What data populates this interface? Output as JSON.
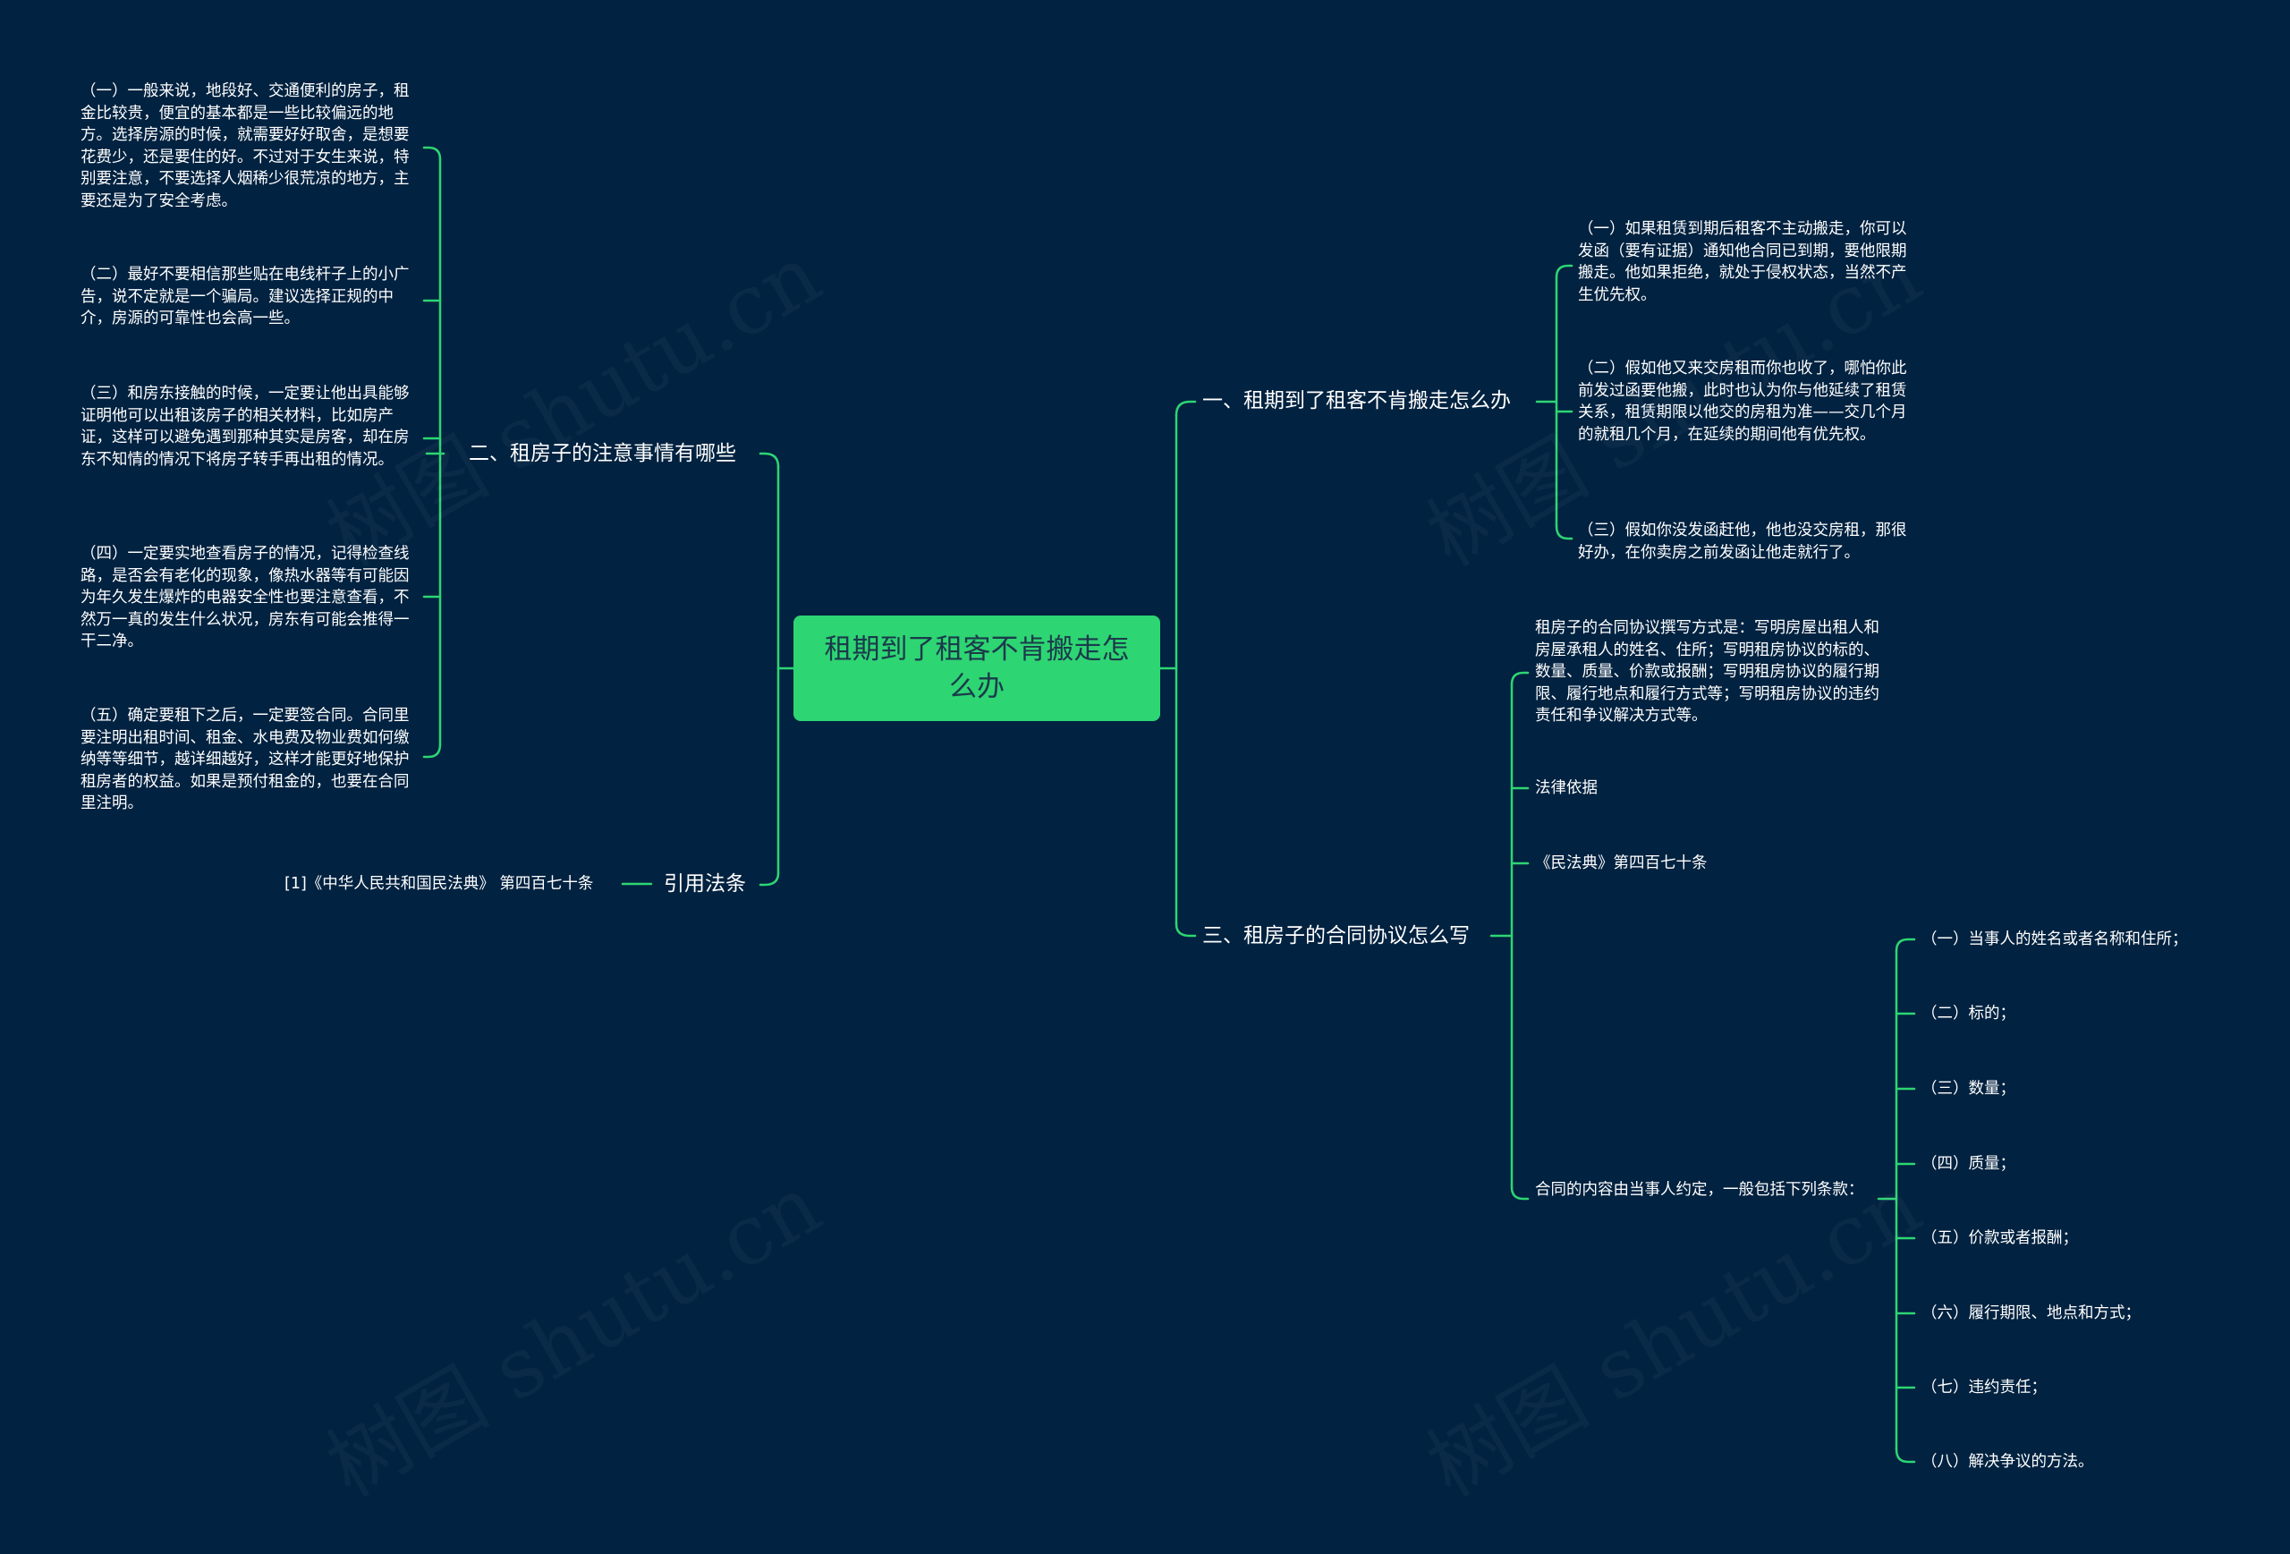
{
  "root": {
    "title": "租期到了租客不肯搬走怎么办"
  },
  "branches": {
    "b1": {
      "label": "一、租期到了租客不肯搬走怎么办",
      "leaves": [
        "（一）如果租赁到期后租客不主动搬走，你可以发函（要有证据）通知他合同已到期，要他限期搬走。他如果拒绝，就处于侵权状态，当然不产生优先权。",
        "（二）假如他又来交房租而你也收了，哪怕你此前发过函要他搬，此时也认为你与他延续了租赁关系，租赁期限以他交的房租为准——交几个月的就租几个月，在延续的期间他有优先权。",
        "（三）假如你没发函赶他，他也没交房租，那很好办，在你卖房之前发函让他走就行了。"
      ]
    },
    "b2": {
      "label": "二、租房子的注意事情有哪些",
      "leaves": [
        "（一）一般来说，地段好、交通便利的房子，租金比较贵，便宜的基本都是一些比较偏远的地方。选择房源的时候，就需要好好取舍，是想要花费少，还是要住的好。不过对于女生来说，特别要注意，不要选择人烟稀少很荒凉的地方，主要还是为了安全考虑。",
        "（二）最好不要相信那些贴在电线杆子上的小广告，说不定就是一个骗局。建议选择正规的中介，房源的可靠性也会高一些。",
        "（三）和房东接触的时候，一定要让他出具能够证明他可以出租该房子的相关材料，比如房产证，这样可以避免遇到那种其实是房客，却在房东不知情的情况下将房子转手再出租的情况。",
        "（四）一定要实地查看房子的情况，记得检查线路，是否会有老化的现象，像热水器等有可能因为年久发生爆炸的电器安全性也要注意查看，不然万一真的发生什么状况，房东有可能会推得一干二净。",
        "（五）确定要租下之后，一定要签合同。合同里要注明出租时间、租金、水电费及物业费如何缴纳等等细节，越详细越好，这样才能更好地保护租房者的权益。如果是预付租金的，也要在合同里注明。"
      ]
    },
    "b3": {
      "label": "三、租房子的合同协议怎么写",
      "leaves": [
        "租房子的合同协议撰写方式是：写明房屋出租人和房屋承租人的姓名、住所；写明租房协议的标的、数量、质量、价款或报酬；写明租房协议的履行期限、履行地点和履行方式等；写明租房协议的违约责任和争议解决方式等。",
        "法律依据",
        "《民法典》第四百七十条",
        "合同的内容由当事人约定，一般包括下列条款："
      ],
      "clauses": [
        "（一）当事人的姓名或者名称和住所；",
        "（二）标的；",
        "（三）数量；",
        "（四）质量；",
        "（五）价款或者报酬；",
        "（六）履行期限、地点和方式；",
        "（七）违约责任；",
        "（八）解决争议的方法。"
      ]
    },
    "b4": {
      "label": "引用法条",
      "leaves": [
        "[1]《中华人民共和国民法典》 第四百七十条"
      ]
    }
  },
  "watermark": {
    "text": "树图 shutu.cn"
  },
  "colors": {
    "background": "#012240",
    "line": "#2ed573",
    "root_fill": "#2ed573",
    "root_text": "#1b3a4b"
  }
}
